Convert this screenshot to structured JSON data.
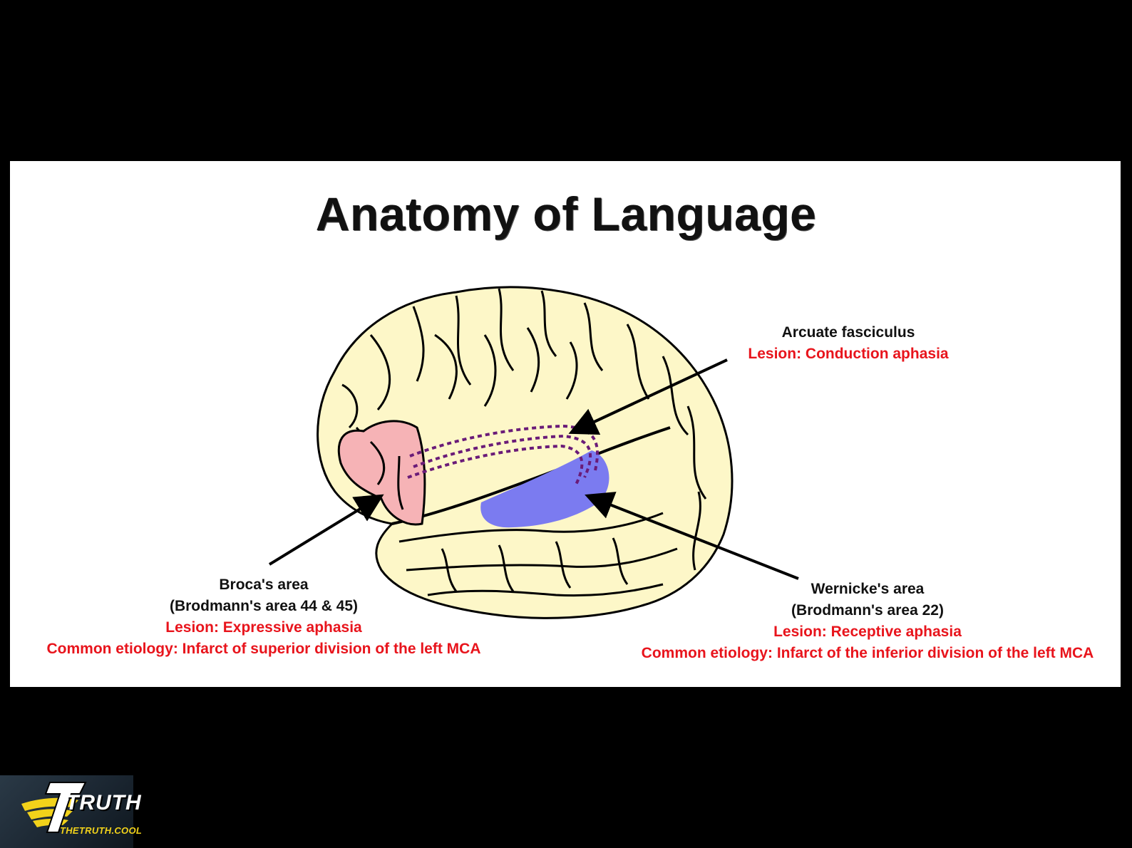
{
  "title": "Anatomy of Language",
  "labels": {
    "arcuate": {
      "name": "Arcuate fasciculus",
      "lesion": "Lesion: Conduction aphasia"
    },
    "broca": {
      "name": "Broca's area",
      "brodmann": "(Brodmann's area 44 & 45)",
      "lesion": "Lesion: Expressive aphasia",
      "etiology": "Common etiology: Infarct of superior division of the left MCA"
    },
    "wernicke": {
      "name": "Wernicke's area",
      "brodmann": "(Brodmann's area 22)",
      "lesion": "Lesion: Receptive aphasia",
      "etiology": "Common etiology: Infarct of the inferior division of the left MCA"
    }
  },
  "logo": {
    "main": "TRUTH",
    "sub": "THETRUTH.COOL"
  },
  "colors": {
    "brain_fill": "#fdf7c8",
    "broca_fill": "#f6b3b6",
    "wernicke_fill": "#7b7bf0",
    "arcuate_stroke": "#6a1b78",
    "label_red": "#e8141c",
    "background": "#000000",
    "slide": "#ffffff"
  }
}
